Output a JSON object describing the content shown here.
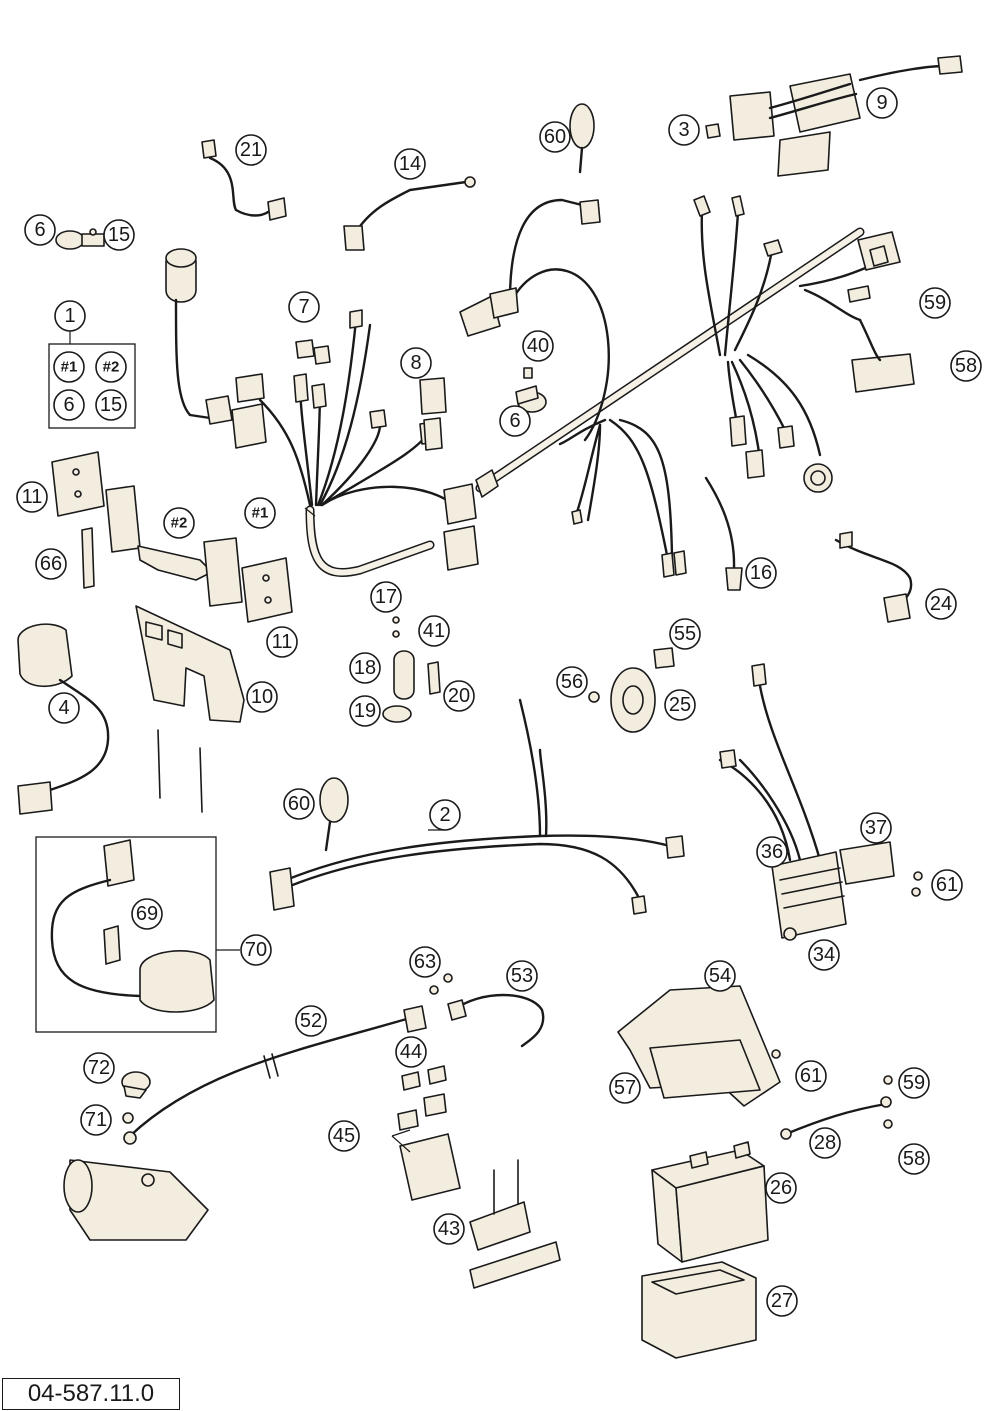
{
  "document_code": "04-587.11.0",
  "callouts": [
    {
      "label": "1"
    },
    {
      "label": "#1"
    },
    {
      "label": "#2"
    },
    {
      "label": "6"
    },
    {
      "label": "15"
    },
    {
      "label": "2"
    },
    {
      "label": "3"
    },
    {
      "label": "4"
    },
    {
      "label": "6"
    },
    {
      "label": "6"
    },
    {
      "label": "7"
    },
    {
      "label": "8"
    },
    {
      "label": "9"
    },
    {
      "label": "10"
    },
    {
      "label": "11"
    },
    {
      "label": "11"
    },
    {
      "label": "14"
    },
    {
      "label": "15"
    },
    {
      "label": "16"
    },
    {
      "label": "17"
    },
    {
      "label": "18"
    },
    {
      "label": "19"
    },
    {
      "label": "20"
    },
    {
      "label": "21"
    },
    {
      "label": "24"
    },
    {
      "label": "25"
    },
    {
      "label": "26"
    },
    {
      "label": "27"
    },
    {
      "label": "28"
    },
    {
      "label": "34"
    },
    {
      "label": "36"
    },
    {
      "label": "37"
    },
    {
      "label": "40"
    },
    {
      "label": "41"
    },
    {
      "label": "43"
    },
    {
      "label": "44"
    },
    {
      "label": "45"
    },
    {
      "label": "52"
    },
    {
      "label": "53"
    },
    {
      "label": "54"
    },
    {
      "label": "55"
    },
    {
      "label": "56"
    },
    {
      "label": "57"
    },
    {
      "label": "58"
    },
    {
      "label": "58"
    },
    {
      "label": "59"
    },
    {
      "label": "59"
    },
    {
      "label": "60"
    },
    {
      "label": "60"
    },
    {
      "label": "61"
    },
    {
      "label": "61"
    },
    {
      "label": "63"
    },
    {
      "label": "66"
    },
    {
      "label": "69"
    },
    {
      "label": "70"
    },
    {
      "label": "71"
    },
    {
      "label": "72"
    },
    {
      "label": "#1"
    },
    {
      "label": "#2"
    }
  ]
}
